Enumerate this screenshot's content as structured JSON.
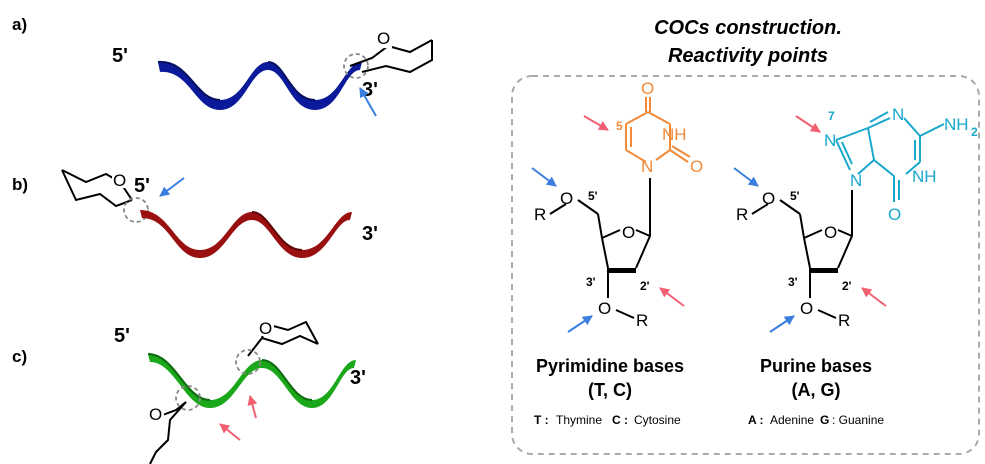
{
  "panels": {
    "a": {
      "label": "a)",
      "five_prime": "5'",
      "three_prime": "3'",
      "ring_O": "O"
    },
    "b": {
      "label": "b)",
      "five_prime": "5'",
      "three_prime": "3'",
      "ring_O": "O"
    },
    "c": {
      "label": "c)",
      "five_prime": "5'",
      "three_prime": "3'",
      "ring_O": "O"
    }
  },
  "title": {
    "line1": "COCs construction.",
    "line2": "Reactivity points"
  },
  "pyrimidine": {
    "atoms": {
      "O_top": "O",
      "NH": "NH",
      "N": "N",
      "O_right": "O",
      "pos5": "5",
      "O_ring": "O",
      "O_5": "O",
      "R_5": "R",
      "O_3": "O",
      "R_3": "R",
      "c5p": "5'",
      "c3p": "3'",
      "c2p": "2'"
    },
    "caption1": "Pyrimidine bases",
    "caption2": "(T, C)",
    "legend": {
      "t_key": "T :",
      "t_name": "Thymine",
      "c_key": "C :",
      "c_name": "Cytosine"
    }
  },
  "purine": {
    "atoms": {
      "pos7": "7",
      "N7": "N",
      "N9": "N",
      "N3": "N",
      "NH": "NH",
      "O6": "O",
      "NH2": "NH",
      "sub2": "2",
      "O_ring": "O",
      "O_5": "O",
      "R_5": "R",
      "O_3": "O",
      "R_3": "R",
      "c5p": "5'",
      "c3p": "3'",
      "c2p": "2'"
    },
    "caption1": "Purine bases",
    "caption2": "(A, G)",
    "legend": {
      "a_key": "A :",
      "a_name": "Adenine",
      "g_key": "G",
      "g_name": ": Guanine"
    }
  },
  "colors": {
    "blue_strand": "#0a1a9a",
    "red_strand": "#9a0f0f",
    "green_strand": "#1aa81a",
    "pyrimidine_base": "#f28a3a",
    "purine_base": "#18a8cc",
    "blue_arrow": "#3a7fe0",
    "red_arrow": "#f06070"
  }
}
